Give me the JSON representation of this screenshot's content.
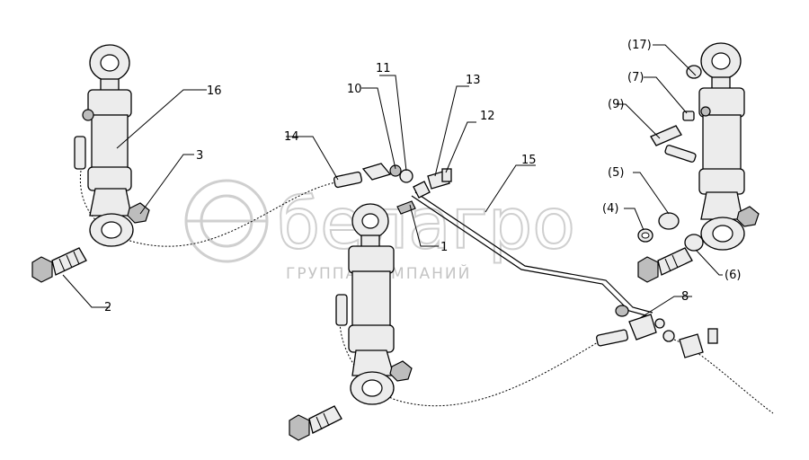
{
  "watermark": {
    "brand": "белагро",
    "subtitle": "ГРУППА КОМПАНИЙ"
  },
  "callouts": [
    {
      "id": "c1",
      "text": "1"
    },
    {
      "id": "c2",
      "text": "2"
    },
    {
      "id": "c3",
      "text": "3"
    },
    {
      "id": "c4",
      "text": "(4)"
    },
    {
      "id": "c5",
      "text": "(5)"
    },
    {
      "id": "c6",
      "text": "(6)"
    },
    {
      "id": "c7",
      "text": "(7)"
    },
    {
      "id": "c8",
      "text": "8"
    },
    {
      "id": "c9",
      "text": "(9)"
    },
    {
      "id": "c10",
      "text": "10"
    },
    {
      "id": "c11",
      "text": "11"
    },
    {
      "id": "c12",
      "text": "12"
    },
    {
      "id": "c13",
      "text": "13"
    },
    {
      "id": "c14",
      "text": "14"
    },
    {
      "id": "c15",
      "text": "15"
    },
    {
      "id": "c16",
      "text": "16"
    },
    {
      "id": "c17",
      "text": "(17)"
    }
  ]
}
